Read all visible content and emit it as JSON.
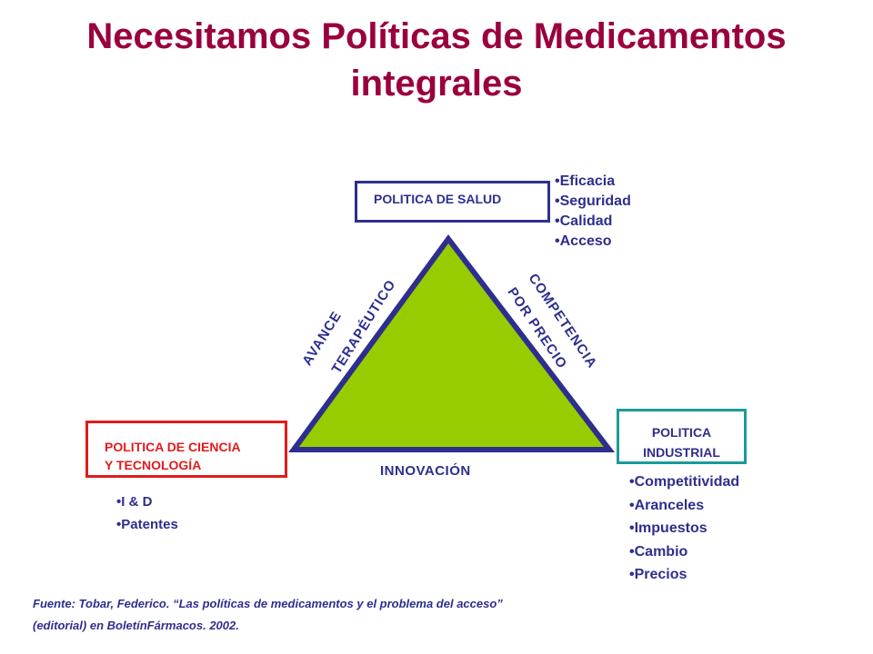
{
  "title": {
    "line1": "Necesitamos Políticas de Medicamentos",
    "line2": "integrales"
  },
  "nodes": {
    "salud": {
      "label": "POLITICA DE SALUD",
      "bullets": [
        "Eficacia",
        "Seguridad",
        "Calidad",
        "Acceso"
      ]
    },
    "ciencia": {
      "label_line1": "POLITICA DE CIENCIA",
      "label_line2": "Y TECNOLOGÍA",
      "bullets": [
        "I & D",
        "Patentes"
      ]
    },
    "industrial": {
      "label_line1": "POLITICA",
      "label_line2": "INDUSTRIAL",
      "bullets": [
        "Competitividad",
        "Aranceles",
        "Impuestos",
        "Cambio",
        "Precios"
      ]
    }
  },
  "edges": {
    "left": {
      "line1": "AVANCE",
      "line2": "TERAPÉUTICO"
    },
    "right": {
      "line1": "COMPETENCIA",
      "line2": "POR PRECIO"
    },
    "bottom": "INNOVACIÓN"
  },
  "source": {
    "line1": "Fuente: Tobar, Federico. “Las políticas de medicamentos y el problema del acceso”",
    "line2": "(editorial) en BoletínFármacos. 2002."
  },
  "colors": {
    "title": "#99003d",
    "triangle_fill": "#99cc00",
    "triangle_stroke": "#2e2e8f",
    "text_blue": "#2e2e8f",
    "ciencia_red": "#e11b1b",
    "industrial_teal": "#1a9a9a"
  }
}
